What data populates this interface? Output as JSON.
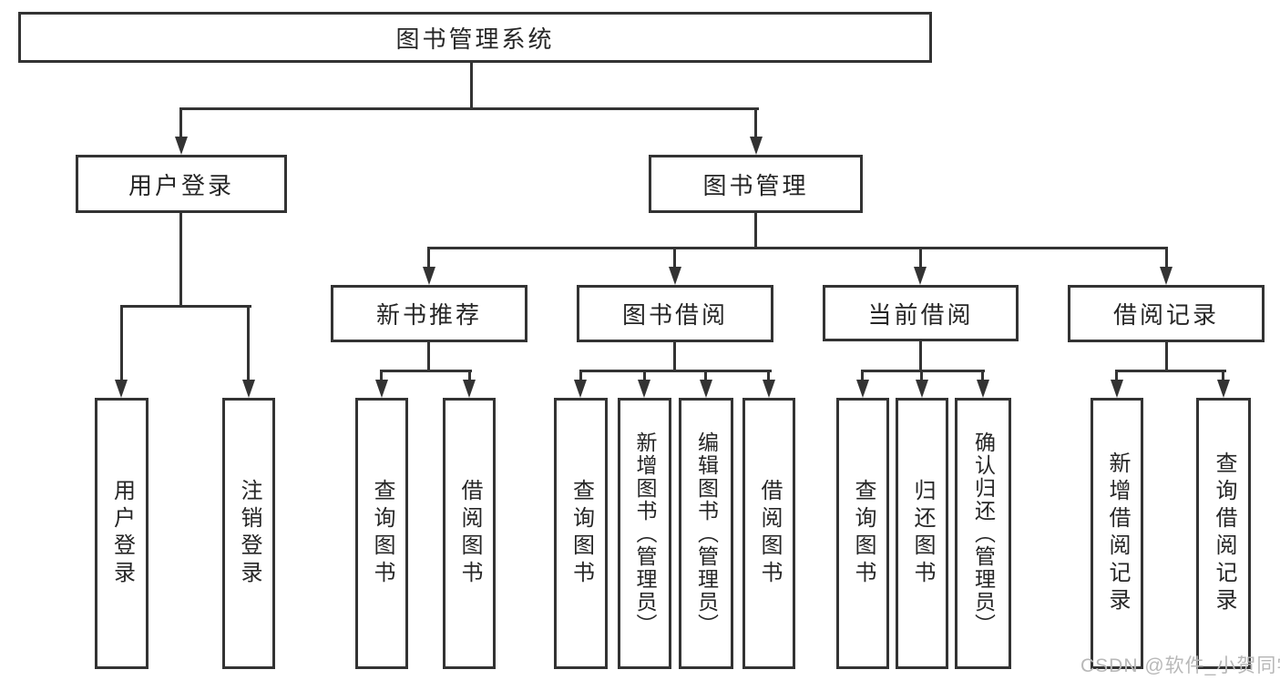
{
  "diagram": {
    "title_node": {
      "label": "图书管理系统"
    },
    "level2": [
      {
        "label": "用户登录"
      },
      {
        "label": "图书管理"
      }
    ],
    "level3": [
      {
        "label": "新书推荐",
        "parent": "图书管理"
      },
      {
        "label": "图书借阅",
        "parent": "图书管理"
      },
      {
        "label": "当前借阅",
        "parent": "图书管理"
      },
      {
        "label": "借阅记录",
        "parent": "图书管理"
      }
    ],
    "leaves": [
      {
        "label": "用户登录",
        "parent": "用户登录"
      },
      {
        "label": "注销登录",
        "parent": "用户登录"
      },
      {
        "label": "查询图书",
        "parent": "新书推荐"
      },
      {
        "label": "借阅图书",
        "parent": "新书推荐"
      },
      {
        "label": "查询图书",
        "parent": "图书借阅"
      },
      {
        "label": "新增图书（管理员）",
        "parent": "图书借阅"
      },
      {
        "label": "编辑图书（管理员）",
        "parent": "图书借阅"
      },
      {
        "label": "借阅图书",
        "parent": "图书借阅"
      },
      {
        "label": "查询图书",
        "parent": "当前借阅"
      },
      {
        "label": "归还图书",
        "parent": "当前借阅"
      },
      {
        "label": "确认归还（管理员）",
        "parent": "当前借阅"
      },
      {
        "label": "新增借阅记录",
        "parent": "借阅记录"
      },
      {
        "label": "查询借阅记录",
        "parent": "借阅记录"
      }
    ]
  },
  "watermark": {
    "text": "CSDN @软件_小贺同学"
  },
  "colors": {
    "line": "#333333",
    "text": "#262626",
    "background": "#ffffff",
    "watermark": "#b8b8b8"
  }
}
